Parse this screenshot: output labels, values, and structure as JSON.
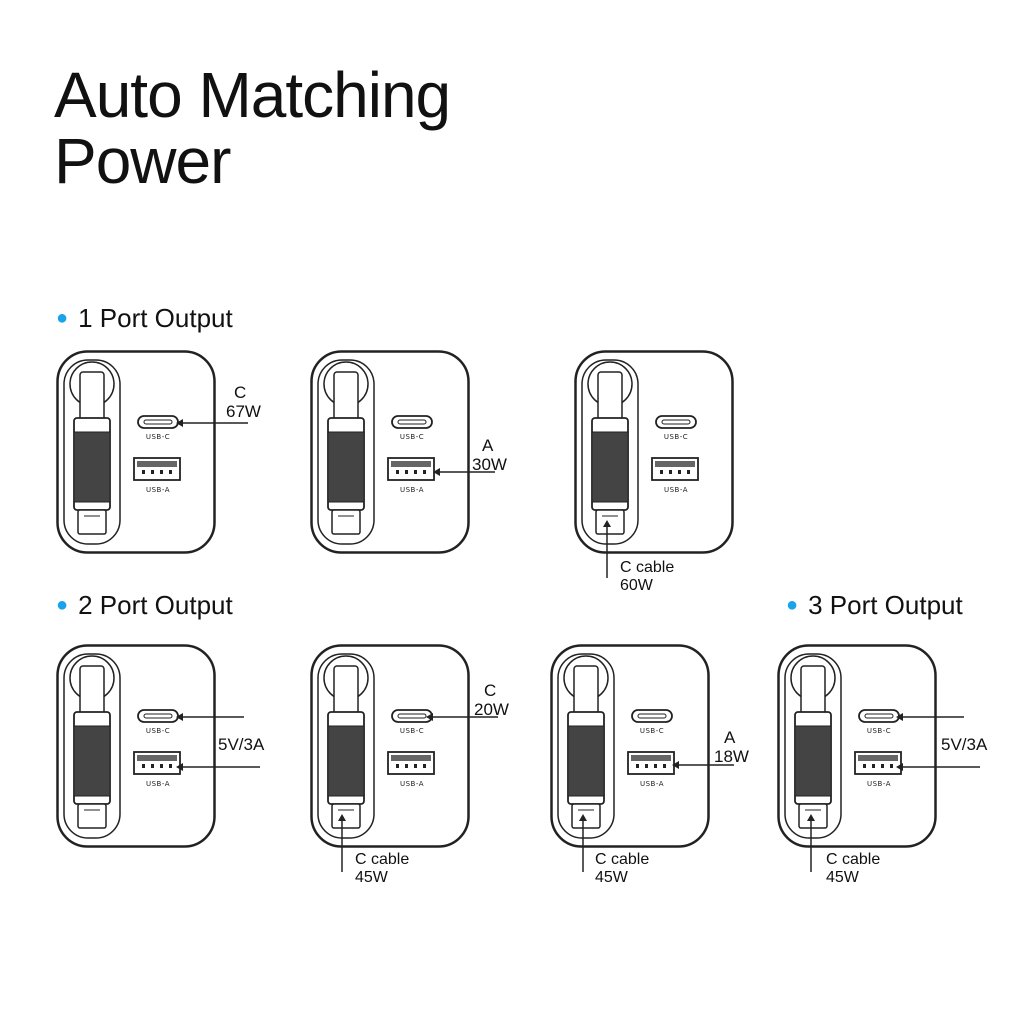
{
  "title": {
    "line1": "Auto Matching",
    "line2": "Power"
  },
  "sections": {
    "one_port": "1 Port Output",
    "two_port": "2 Port Output",
    "three_port": "3 Port Output"
  },
  "port_labels": {
    "usb_c": "USB-C",
    "usb_a": "USB-A"
  },
  "configs": [
    {
      "labels": [
        "C",
        "67W"
      ]
    },
    {
      "labels": [
        "A",
        "30W"
      ]
    },
    {
      "labels": [
        "C cable",
        "60W"
      ]
    },
    {
      "labels": [
        "5V/3A"
      ]
    },
    {
      "labels": [
        "C",
        "20W",
        "C cable",
        "45W"
      ]
    },
    {
      "labels": [
        "A",
        "18W",
        "C cable",
        "45W"
      ]
    },
    {
      "labels": [
        "5V/3A",
        "C cable",
        "45W"
      ]
    }
  ],
  "colors": {
    "bullet": "#1aa3e8",
    "outline": "#222222"
  }
}
